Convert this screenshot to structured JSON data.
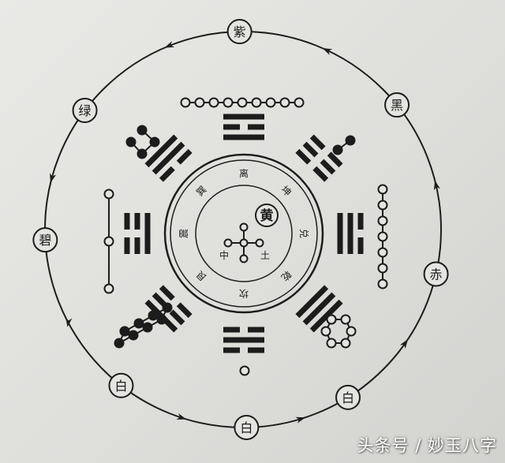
{
  "colors": {
    "ink": "#1c1c1c",
    "paper": "#e4e4e1",
    "watermark": "#ffffff"
  },
  "outer_labels": [
    {
      "key": "zi",
      "text": "紫",
      "angle": -91
    },
    {
      "key": "hei",
      "text": "黑",
      "angle": -39
    },
    {
      "key": "chi",
      "text": "赤",
      "angle": 13
    },
    {
      "key": "bai_se",
      "text": "白",
      "angle": 58
    },
    {
      "key": "bai_s",
      "text": "白",
      "angle": 89
    },
    {
      "key": "bai_sw",
      "text": "白",
      "angle": 128
    },
    {
      "key": "bi",
      "text": "碧",
      "angle": 177
    },
    {
      "key": "lv",
      "text": "绿",
      "angle": -143
    }
  ],
  "trigram_names": [
    {
      "text": "离",
      "angle": -90
    },
    {
      "text": "坤",
      "angle": -45
    },
    {
      "text": "兑",
      "angle": 0
    },
    {
      "text": "乾",
      "angle": 45
    },
    {
      "text": "坎",
      "angle": 90
    },
    {
      "text": "艮",
      "angle": 135
    },
    {
      "text": "震",
      "angle": 180
    },
    {
      "text": "巽",
      "angle": -135
    }
  ],
  "center": {
    "huang": "黄",
    "zhong": "中",
    "tu": "土"
  },
  "trigrams": [
    {
      "name": "li",
      "lines": [
        true,
        false,
        true
      ]
    },
    {
      "name": "kun",
      "lines": [
        false,
        false,
        false
      ]
    },
    {
      "name": "dui",
      "lines": [
        false,
        true,
        true
      ]
    },
    {
      "name": "qian",
      "lines": [
        true,
        true,
        true
      ]
    },
    {
      "name": "kan",
      "lines": [
        false,
        true,
        false
      ]
    },
    {
      "name": "gen",
      "lines": [
        true,
        false,
        false
      ]
    },
    {
      "name": "zhen",
      "lines": [
        false,
        false,
        true
      ]
    },
    {
      "name": "xun",
      "lines": [
        true,
        true,
        false
      ]
    }
  ],
  "number_counts": {
    "north": 1,
    "south": 9,
    "east": 3,
    "west": 7,
    "northeast": 8,
    "northwest": 6,
    "southeast": 4,
    "southwest": 2,
    "center": 5
  },
  "watermark": "头条号 / 妙玉八字"
}
